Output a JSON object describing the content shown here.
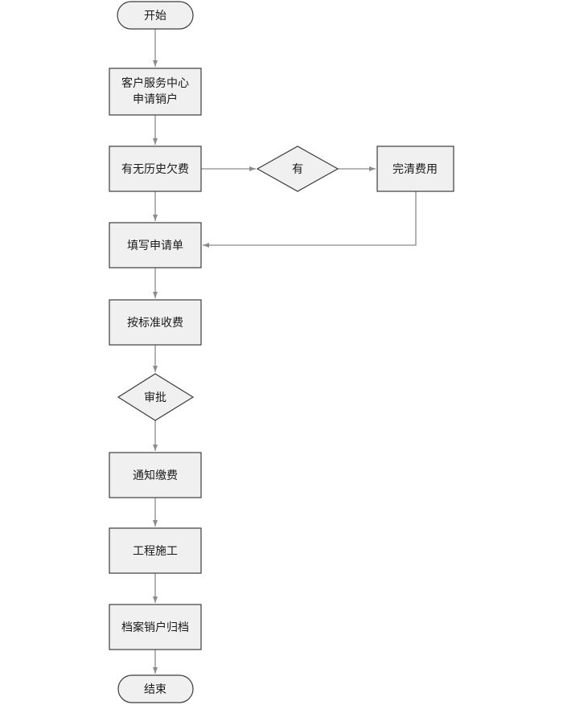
{
  "diagram": {
    "type": "flowchart",
    "orientation": "top-to-bottom",
    "title_text": "",
    "colors": {
      "node_fill": "#f0f0f0",
      "node_border": "#3c3c3c",
      "connector": "#8c8c8c",
      "text": "#1a1a1a",
      "background": "#ffffff"
    },
    "nodes": [
      {
        "id": "start",
        "shape": "terminator",
        "label": "开始",
        "lines": [
          "开始"
        ]
      },
      {
        "id": "apply",
        "shape": "process",
        "label": "客户服务中心申请销户",
        "lines": [
          "客户服务中心",
          "申请销户"
        ]
      },
      {
        "id": "arrears",
        "shape": "process",
        "label": "有无历史欠费",
        "lines": [
          "有无历史欠费"
        ]
      },
      {
        "id": "has",
        "shape": "decision",
        "label": "有",
        "lines": [
          "有"
        ]
      },
      {
        "id": "settle",
        "shape": "process",
        "label": "完清费用",
        "lines": [
          "完清费用"
        ]
      },
      {
        "id": "form",
        "shape": "process",
        "label": "填写申请单",
        "lines": [
          "填写申请单"
        ]
      },
      {
        "id": "fee",
        "shape": "process",
        "label": "按标准收费",
        "lines": [
          "按标准收费"
        ]
      },
      {
        "id": "approve",
        "shape": "decision",
        "label": "审批",
        "lines": [
          "审批"
        ]
      },
      {
        "id": "notify",
        "shape": "process",
        "label": "通知缴费",
        "lines": [
          "通知缴费"
        ]
      },
      {
        "id": "build",
        "shape": "process",
        "label": "工程施工",
        "lines": [
          "工程施工"
        ]
      },
      {
        "id": "archive",
        "shape": "process",
        "label": "档案销户归档",
        "lines": [
          "档案销户归档"
        ]
      },
      {
        "id": "end",
        "shape": "terminator",
        "label": "结束",
        "lines": [
          "结束"
        ]
      }
    ],
    "edges": [
      {
        "id": "e1",
        "from": "start",
        "to": "apply",
        "label": "",
        "routing": "vertical"
      },
      {
        "id": "e2",
        "from": "apply",
        "to": "arrears",
        "label": "",
        "routing": "vertical"
      },
      {
        "id": "e3",
        "from": "arrears",
        "to": "has",
        "label": "",
        "routing": "horizontal"
      },
      {
        "id": "e4",
        "from": "has",
        "to": "settle",
        "label": "",
        "routing": "horizontal"
      },
      {
        "id": "e5",
        "from": "arrears",
        "to": "form",
        "label": "",
        "routing": "vertical"
      },
      {
        "id": "e6",
        "from": "settle",
        "to": "form",
        "label": "",
        "routing": "orthogonal-loopback"
      },
      {
        "id": "e7",
        "from": "form",
        "to": "fee",
        "label": "",
        "routing": "vertical"
      },
      {
        "id": "e8",
        "from": "fee",
        "to": "approve",
        "label": "",
        "routing": "vertical"
      },
      {
        "id": "e9",
        "from": "approve",
        "to": "notify",
        "label": "",
        "routing": "vertical"
      },
      {
        "id": "e10",
        "from": "notify",
        "to": "build",
        "label": "",
        "routing": "vertical"
      },
      {
        "id": "e11",
        "from": "build",
        "to": "archive",
        "label": "",
        "routing": "vertical"
      },
      {
        "id": "e12",
        "from": "archive",
        "to": "end",
        "label": "",
        "routing": "vertical"
      }
    ]
  }
}
